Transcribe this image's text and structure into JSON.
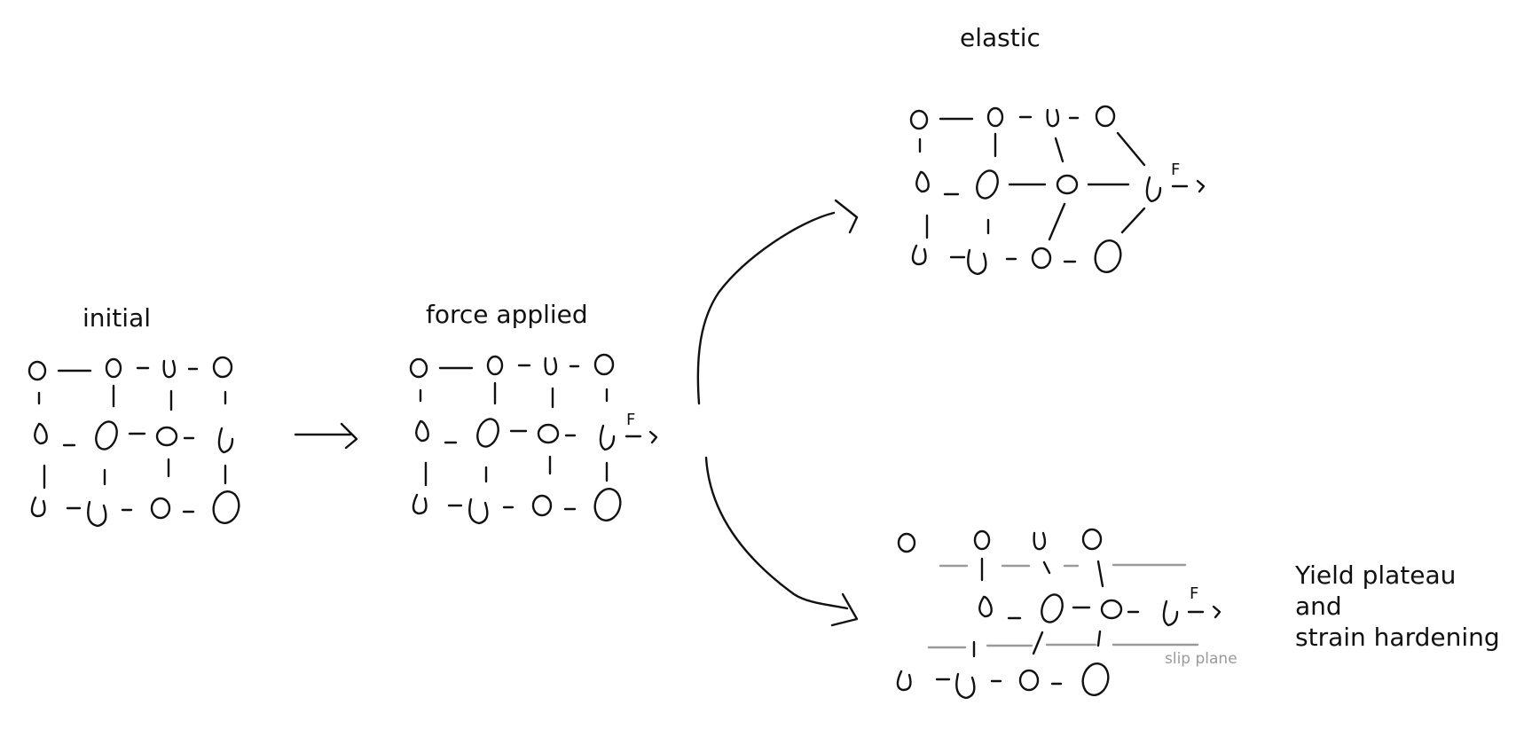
{
  "labels": {
    "initial": "initial",
    "force_applied": "force applied",
    "elastic": "elastic",
    "yield_line1": "Yield plateau",
    "yield_line2": "and",
    "yield_line3": "strain hardening",
    "slip_plane": "slip plane",
    "force_symbol": "F"
  },
  "colors": {
    "ink": "#111111",
    "slip_plane": "#9a9a9a",
    "background": "#ffffff"
  }
}
